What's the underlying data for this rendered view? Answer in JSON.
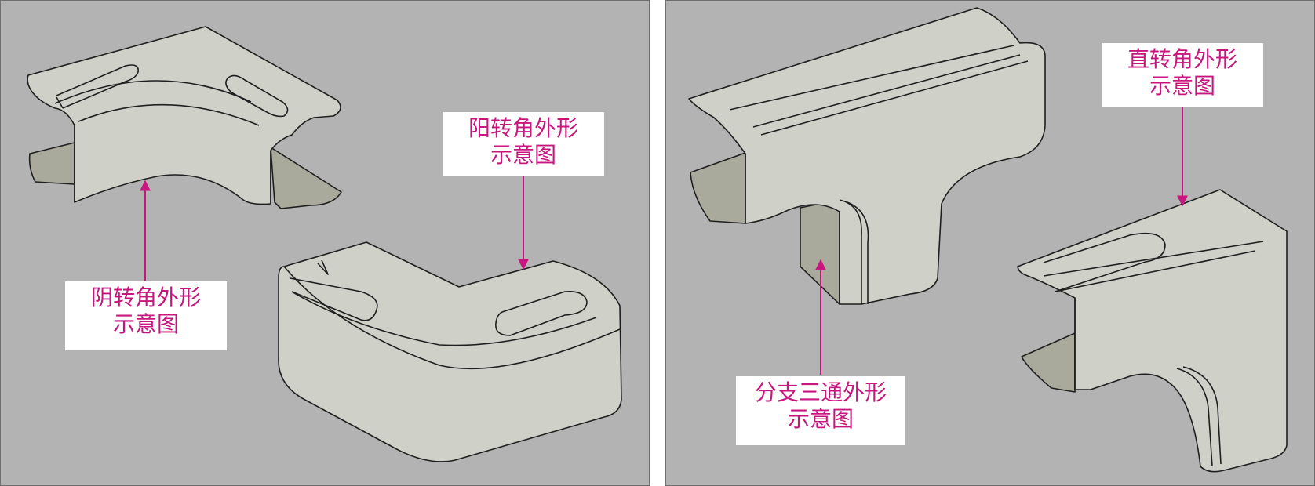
{
  "labels": {
    "yin_corner": {
      "line1": "阴转角外形",
      "line2": "示意图"
    },
    "yang_corner": {
      "line1": "阳转角外形",
      "line2": "示意图"
    },
    "branch_tee": {
      "line1": "分支三通外形",
      "line2": "示意图"
    },
    "right_angle_corner": {
      "line1": "直转角外形",
      "line2": "示意图"
    }
  },
  "colors": {
    "background": "#b3b3b3",
    "part_fill": "#cfd0c8",
    "part_shadow": "#a9a99c",
    "outline": "#1f1f1f",
    "annotation": "#c8167f"
  }
}
